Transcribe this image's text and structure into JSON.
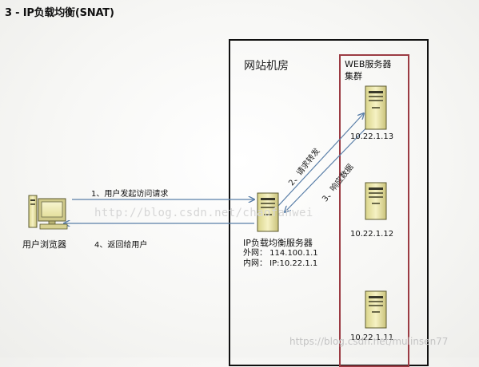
{
  "title": "3 - IP负载均衡(SNAT)",
  "datacenter": {
    "label": "网站机房"
  },
  "cluster": {
    "label_line1": "WEB服务器",
    "label_line2": "集群"
  },
  "servers": [
    {
      "ip": "10.22.1.13"
    },
    {
      "ip": "10.22.1.12"
    },
    {
      "ip": "10.22.1.11"
    }
  ],
  "load_balancer": {
    "label": "IP负载均衡服务器",
    "external": "外网： 114.100.1.1",
    "internal": "内网： IP:10.22.1.1"
  },
  "client": {
    "label": "用户浏览器"
  },
  "steps": {
    "s1": "1、用户发起访问请求",
    "s2": "2、请求转发",
    "s3": "3、响应数据",
    "s4": "4、返回给用户"
  },
  "watermarks": {
    "center": "http://blog.csdn.net/chaofanwei",
    "corner": "https://blog.csdn.net/mulinsen77"
  }
}
